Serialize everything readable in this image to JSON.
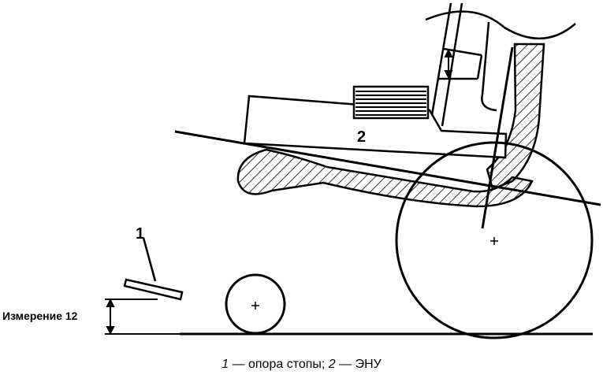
{
  "figure": {
    "label_footrest": "1",
    "label_seat_unit": "2",
    "measurement_label": "Измерение 12"
  },
  "caption": {
    "num_1": "1",
    "text_1": " — опора стопы; ",
    "num_2": "2",
    "text_2": " — ЭНУ"
  }
}
